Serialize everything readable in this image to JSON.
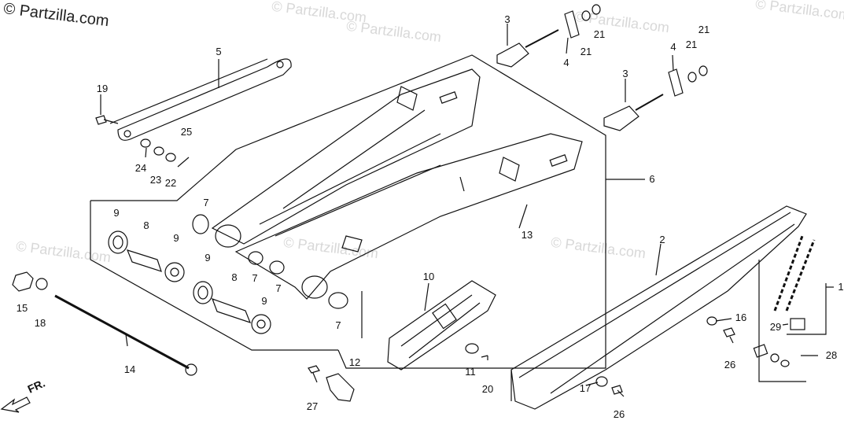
{
  "copyright": "© Partzilla.com",
  "watermark": "© Partzilla.com",
  "fr_label": "FR.",
  "callouts": {
    "c1": "1",
    "c2": "2",
    "c3a": "3",
    "c3b": "3",
    "c4a": "4",
    "c4b": "4",
    "c5": "5",
    "c6": "6",
    "c7a": "7",
    "c7b": "7",
    "c7c": "7",
    "c7d": "7",
    "c8a": "8",
    "c8b": "8",
    "c9a": "9",
    "c9b": "9",
    "c9c": "9",
    "c9d": "9",
    "c10": "10",
    "c11": "11",
    "c12": "12",
    "c13": "13",
    "c14": "14",
    "c15": "15",
    "c16": "16",
    "c17": "17",
    "c18": "18",
    "c19": "19",
    "c20": "20",
    "c21a": "21",
    "c21b": "21",
    "c21c": "21",
    "c21d": "21",
    "c22": "22",
    "c23": "23",
    "c24": "24",
    "c25": "25",
    "c26a": "26",
    "c26b": "26",
    "c27": "27",
    "c28": "28",
    "c29": "29"
  }
}
